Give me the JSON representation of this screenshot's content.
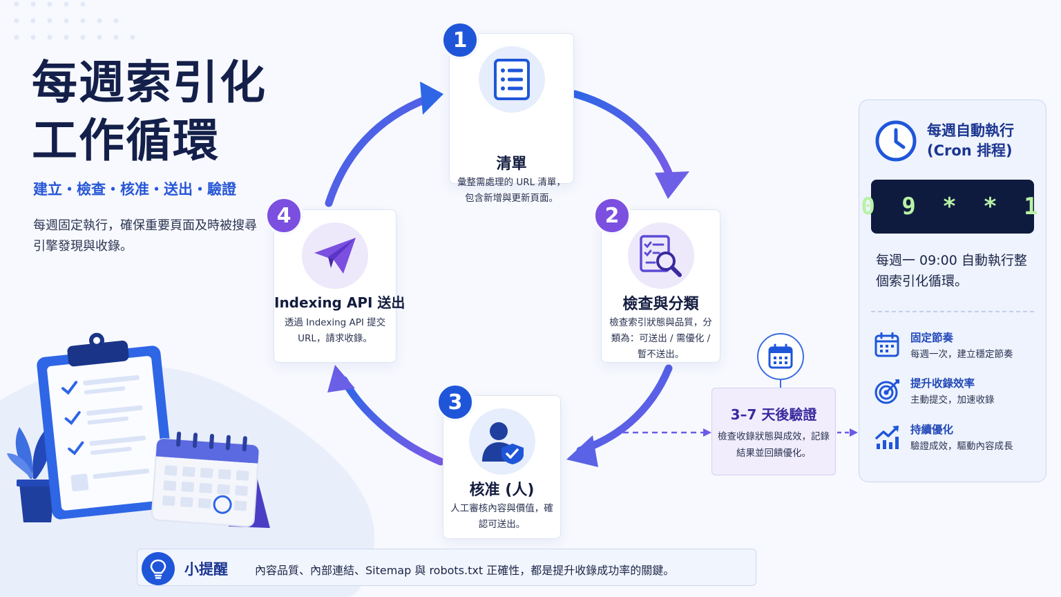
{
  "title": {
    "line1": "每週索引化",
    "line2": "工作循環"
  },
  "subtitle": "建立・檢查・核准・送出・驗證",
  "description": "每週固定執行，確保重要頁面及時被搜尋引擎發現與收錄。",
  "steps": [
    {
      "number": "1",
      "title": "清單",
      "desc": "彙整需處理的 URL 清單，包含新增與更新頁面。",
      "icon": "checklist-icon"
    },
    {
      "number": "2",
      "title": "檢查與分類",
      "desc": "檢查索引狀態與品質，分類為：可送出 / 需優化 / 暫不送出。",
      "icon": "search-document-icon"
    },
    {
      "number": "3",
      "title": "核准 (人)",
      "desc": "人工審核內容與價值，確認可送出。",
      "icon": "user-shield-icon"
    },
    {
      "number": "4",
      "title": "Indexing API 送出",
      "desc": "透過 Indexing API 提交 URL，請求收錄。",
      "icon": "paper-plane-icon"
    }
  ],
  "verify": {
    "title": "3–7 天後驗證",
    "desc": "檢查收錄狀態與成效，記錄結果並回饋優化。"
  },
  "schedule": {
    "title": "每週自動執行 (Cron 排程)",
    "cron": "0 9 * * 1",
    "desc": "每週一 09:00 自動執行整個索引化循環。",
    "benefits": [
      {
        "title": "固定節奏",
        "desc": "每週一次，建立穩定節奏",
        "icon": "calendar-icon"
      },
      {
        "title": "提升收錄效率",
        "desc": "主動提交，加速收錄",
        "icon": "target-icon"
      },
      {
        "title": "持續優化",
        "desc": "驗證成效，驅動內容成長",
        "icon": "growth-chart-icon"
      }
    ]
  },
  "tip": {
    "label": "小提醒",
    "text": "內容品質、內部連結、Sitemap 與 robots.txt 正確性，都是提升收錄成功率的關鍵。"
  },
  "colors": {
    "primary": "#1f56d9",
    "purple": "#7b4fe0",
    "navy": "#14204a",
    "cron_bg": "#0f1b3e",
    "cron_text": "#b9f2a6"
  }
}
